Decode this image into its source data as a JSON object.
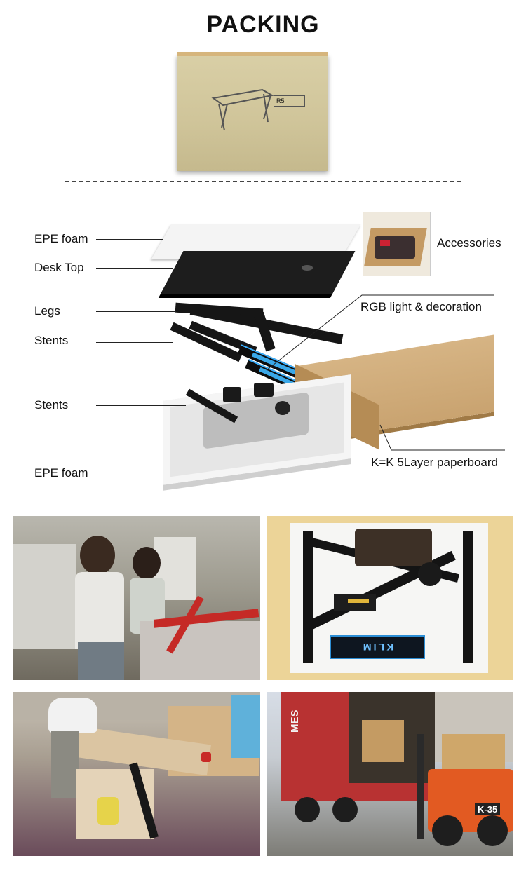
{
  "title": "PACKING",
  "box_model_mark": "R5",
  "labels": {
    "epe_foam_top": "EPE foam",
    "desk_top": "Desk Top",
    "legs": "Legs",
    "stents_1": "Stents",
    "stents_2": "Stents",
    "epe_foam_bottom": "EPE foam",
    "accessories": "Accessories",
    "rgb": "RGB light & decoration",
    "paperboard": "K=K 5Layer paperboard"
  },
  "photos": {
    "klim_brand": "KLIM",
    "truck_text": "MES",
    "forklift_model": "K-35"
  },
  "colors": {
    "rgb_light": "#3aa8e8",
    "paperboard": "#c9a370",
    "foam": "#e6e6e6"
  }
}
